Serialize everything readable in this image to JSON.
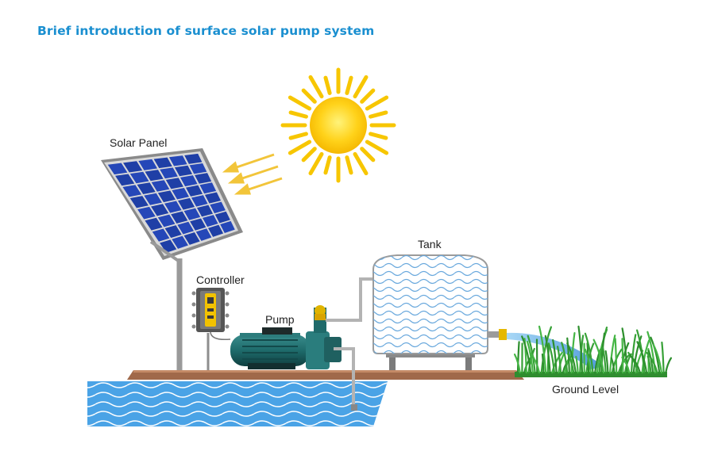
{
  "page": {
    "title": "Brief introduction of surface solar pump system"
  },
  "diagram": {
    "labels": {
      "solar_panel": "Solar Panel",
      "controller": "Controller",
      "pump": "Pump",
      "tank": "Tank",
      "ground_level": "Ground Level"
    },
    "colors": {
      "title": "#1a8fd0",
      "sun": "#ffd21a",
      "sun_rays": "#f7c600",
      "panel_cell": "#1f3fa6",
      "water": "#4aa3e6",
      "ground": "#a0694a",
      "grass": "#3aa63a",
      "pump_body": "#1e6b6b"
    }
  }
}
